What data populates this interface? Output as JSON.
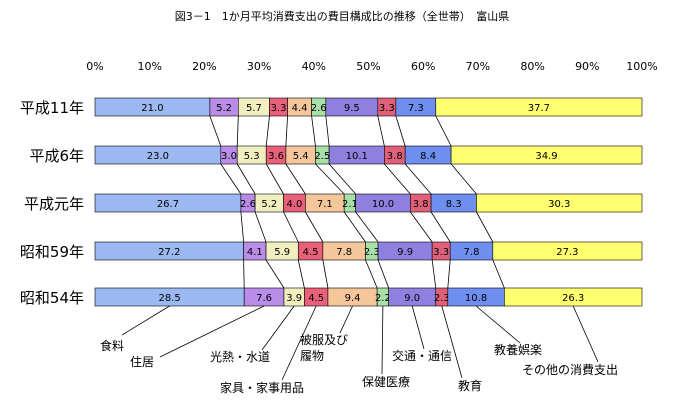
{
  "chart_data": {
    "type": "bar",
    "orientation": "horizontal",
    "stacked": "percent",
    "title": "図3－1　1か月平均消費支出の費目構成比の推移（全世帯）　富山県",
    "x_ticks": [
      "0%",
      "10%",
      "20%",
      "30%",
      "40%",
      "50%",
      "60%",
      "70%",
      "80%",
      "90%",
      "100%"
    ],
    "xlim": [
      0,
      100
    ],
    "categories": [
      "平成11年",
      "平成6年",
      "平成元年",
      "昭和59年",
      "昭和54年"
    ],
    "series": [
      {
        "name": "食料",
        "color": "#9bb8f0",
        "values": [
          21.0,
          23.0,
          26.7,
          27.2,
          28.5
        ]
      },
      {
        "name": "住居",
        "color": "#b98ce8",
        "values": [
          5.2,
          3.0,
          2.6,
          4.1,
          7.6
        ]
      },
      {
        "name": "光熱・水道",
        "color": "#f0efc0",
        "values": [
          5.7,
          5.3,
          5.2,
          5.9,
          3.9
        ]
      },
      {
        "name": "家具・家事用品",
        "color": "#e8607a",
        "values": [
          3.3,
          3.6,
          4.0,
          4.5,
          4.5
        ]
      },
      {
        "name": "被服及び履物",
        "color": "#f5c69a",
        "values": [
          4.4,
          5.4,
          7.1,
          7.8,
          9.4
        ]
      },
      {
        "name": "保健医療",
        "color": "#a8e0a8",
        "values": [
          2.6,
          2.5,
          2.1,
          2.3,
          2.2
        ]
      },
      {
        "name": "交通・通信",
        "color": "#8f80e0",
        "values": [
          9.5,
          10.1,
          10.0,
          9.9,
          9.0
        ]
      },
      {
        "name": "教育",
        "color": "#e0607a",
        "values": [
          3.3,
          3.8,
          3.8,
          3.3,
          2.3
        ]
      },
      {
        "name": "教養娯楽",
        "color": "#6f8ff0",
        "values": [
          7.3,
          8.4,
          8.3,
          7.8,
          10.8
        ]
      },
      {
        "name": "その他の消費支出",
        "color": "#ffff70",
        "values": [
          37.7,
          34.9,
          30.3,
          27.3,
          26.3
        ]
      }
    ],
    "labels": [
      [
        "21.0",
        "5.2",
        "5.7",
        "3.3",
        "4.4",
        "2.6",
        "9.5",
        "3.3",
        "7.3",
        "37.7"
      ],
      [
        "23.0",
        "3.0",
        "5.3",
        "3.6",
        "5.4",
        "2.5",
        "10.1",
        "3.8",
        "8.4",
        "34.9"
      ],
      [
        "26.7",
        "2.6",
        "5.2",
        "4.0",
        "7.1",
        "2.1",
        "10.0",
        "3.8",
        "8.3",
        "30.3"
      ],
      [
        "27.2",
        "4.1",
        "5.9",
        "4.5",
        "7.8",
        "2.3",
        "9.9",
        "3.3",
        "7.8",
        "27.3"
      ],
      [
        "28.5",
        "7.6",
        "3.9",
        "4.5",
        "9.4",
        "2.2",
        "9.0",
        "2.3",
        "10.8",
        "26.3"
      ]
    ],
    "callouts": [
      {
        "series": 0,
        "lines": [
          "食料"
        ]
      },
      {
        "series": 1,
        "lines": [
          "住居"
        ]
      },
      {
        "series": 2,
        "lines": [
          "光熱・水道"
        ]
      },
      {
        "series": 3,
        "lines": [
          "家具・家事用品"
        ]
      },
      {
        "series": 4,
        "lines": [
          "被服及び",
          "履物"
        ]
      },
      {
        "series": 5,
        "lines": [
          "保健医療"
        ]
      },
      {
        "series": 6,
        "lines": [
          "交通・通信"
        ]
      },
      {
        "series": 7,
        "lines": [
          "教育"
        ]
      },
      {
        "series": 8,
        "lines": [
          "教養娯楽"
        ]
      },
      {
        "series": 9,
        "lines": [
          "その他の消費支出"
        ]
      }
    ],
    "grid": false,
    "legend": "callouts-bottom"
  }
}
